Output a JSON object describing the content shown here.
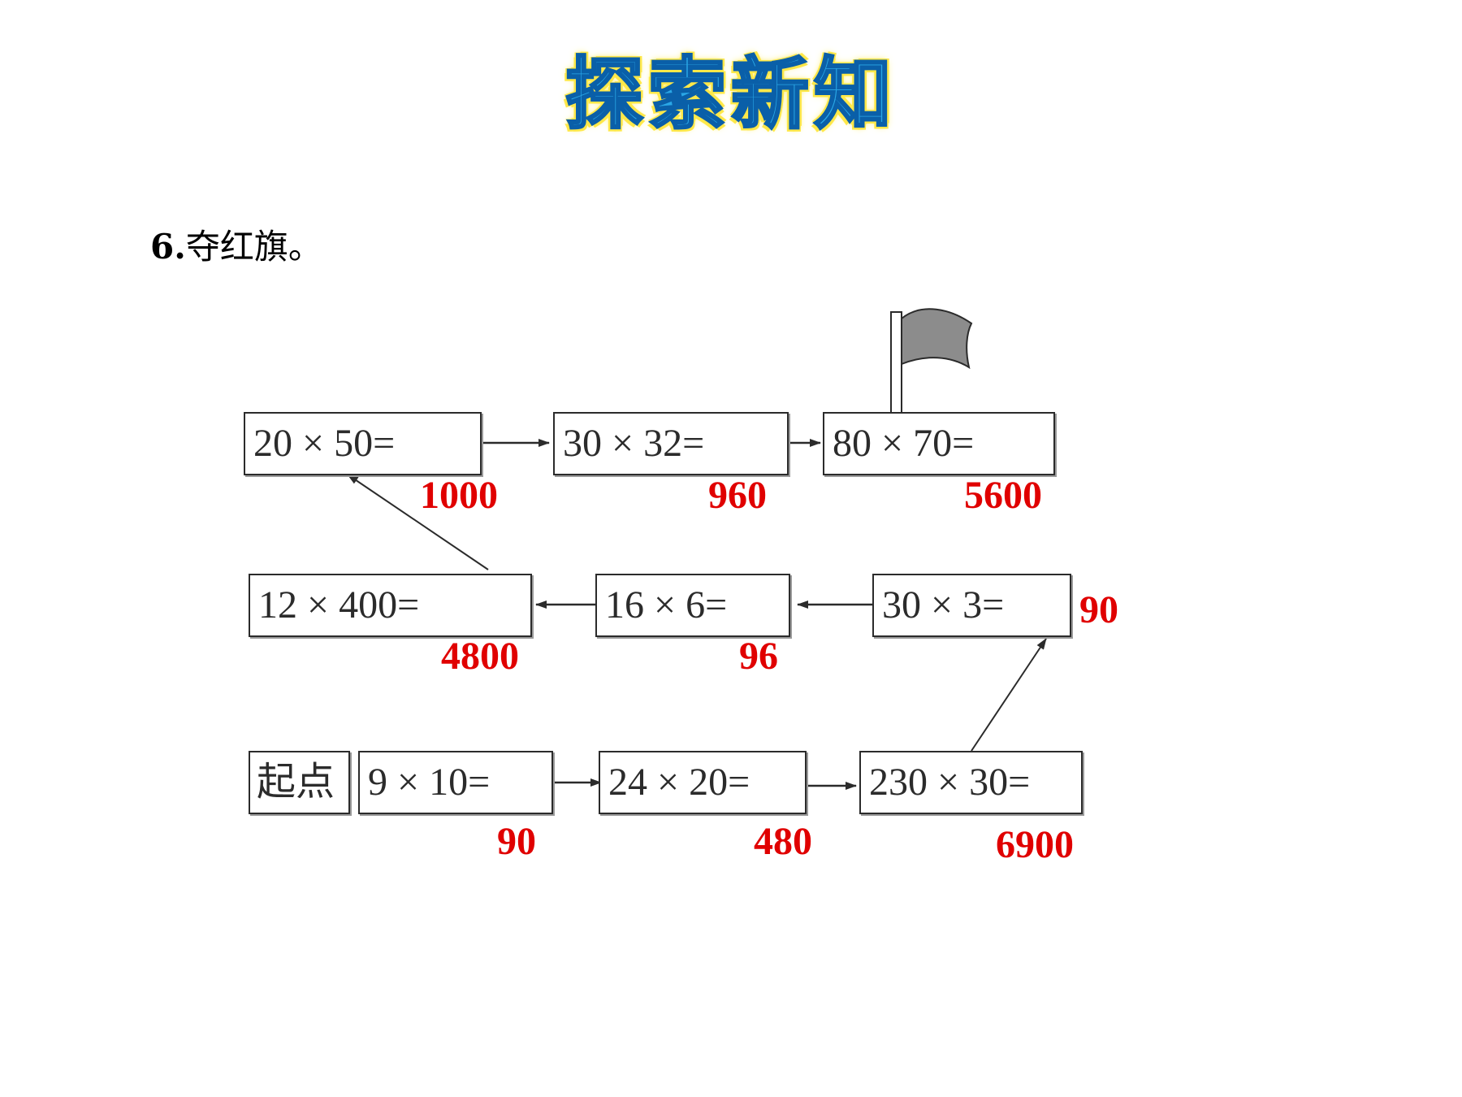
{
  "title": "探索新知",
  "question": {
    "number": "6.",
    "text": "夺红旗。"
  },
  "start_label": "起点",
  "expressions": {
    "r1c1": "20 × 50=",
    "r1c2": "30 × 32=",
    "r1c3": "80 × 70=",
    "r2c1": "12 × 400=",
    "r2c2": "16 × 6=",
    "r2c3": "30 × 3=",
    "r3c1": "9 × 10=",
    "r3c2": "24 × 20=",
    "r3c3": "230 × 30="
  },
  "answers": {
    "r1c1": "1000",
    "r1c2": "960",
    "r1c3": "5600",
    "r2c1": "4800",
    "r2c2": "96",
    "r2c3": "90",
    "r3c1": "90",
    "r3c2": "480",
    "r3c3": "6900"
  },
  "colors": {
    "answer": "#e00000",
    "flag": "#8c8c8c",
    "line": "#2b2b2b"
  },
  "icons": {
    "flag": "flag-icon"
  }
}
